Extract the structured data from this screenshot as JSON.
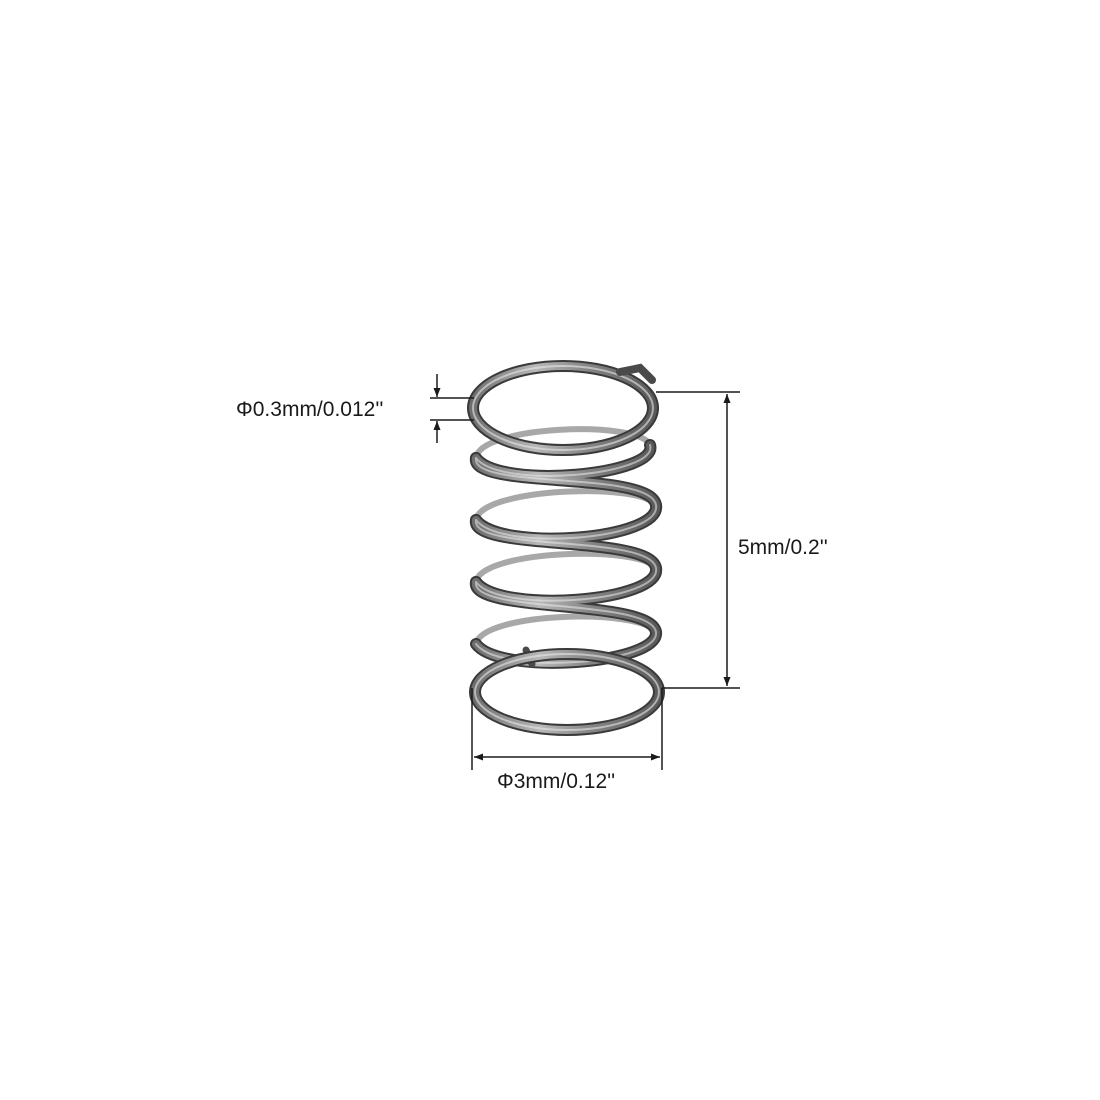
{
  "diagram": {
    "subject": "compression spring",
    "dimensions": {
      "wire_diameter": "Φ0.3mm/0.012''",
      "free_length": "5mm/0.2''",
      "outer_diameter": "Φ3mm/0.12''"
    },
    "colors": {
      "background": "#ffffff",
      "wire_dark": "#3a3a3a",
      "wire_mid": "#9a9a9a",
      "wire_highlight": "#e8e8e8",
      "dimension_line": "#1a1a1a"
    }
  }
}
